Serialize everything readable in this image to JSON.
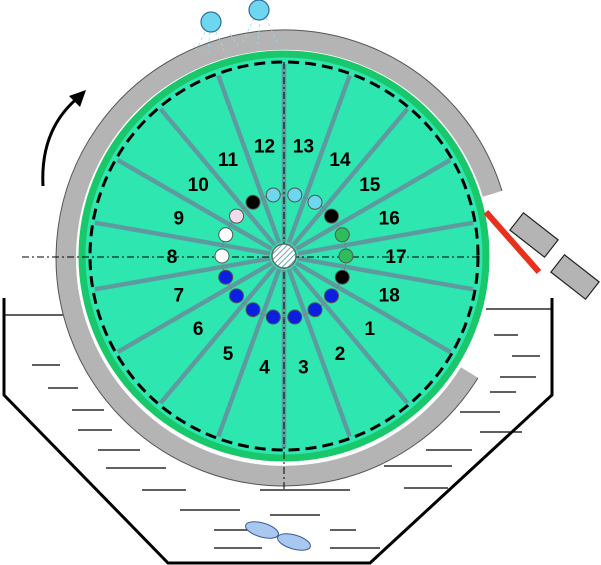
{
  "diagram": {
    "colors": {
      "drum_fill": "#2ee6b0",
      "drum_rim": "#b4b4b4",
      "filter_band": "#19c86b",
      "spoke": "#5f9aa0",
      "scraper": "#e8301c",
      "liquid_lines": "#000000",
      "droplet": "#6fd6f0",
      "agitator": "#a9c8f0"
    },
    "sector_labels": [
      "1",
      "2",
      "3",
      "4",
      "5",
      "6",
      "7",
      "8",
      "9",
      "10",
      "11",
      "12",
      "13",
      "14",
      "15",
      "16",
      "17",
      "18"
    ],
    "zone_dots": [
      {
        "sector": "1",
        "color": "#0a1fe0"
      },
      {
        "sector": "2",
        "color": "#0a1fe0"
      },
      {
        "sector": "3",
        "color": "#0a1fe0"
      },
      {
        "sector": "4",
        "color": "#0a1fe0"
      },
      {
        "sector": "5",
        "color": "#0a1fe0"
      },
      {
        "sector": "6",
        "color": "#0a1fe0"
      },
      {
        "sector": "7",
        "color": "#0a1fe0"
      },
      {
        "sector": "8",
        "color": "#ffffff"
      },
      {
        "sector": "9",
        "color": "#ffffff"
      },
      {
        "sector": "10",
        "color": "#f3d9ec"
      },
      {
        "sector": "11",
        "color": "#000000"
      },
      {
        "sector": "12",
        "color": "#6fd6f0"
      },
      {
        "sector": "13",
        "color": "#6fd6f0"
      },
      {
        "sector": "14",
        "color": "#6fd6f0"
      },
      {
        "sector": "15",
        "color": "#000000"
      },
      {
        "sector": "16",
        "color": "#2ebd5a"
      },
      {
        "sector": "17",
        "color": "#2ebd5a"
      },
      {
        "sector": "18",
        "color": "#000000"
      }
    ],
    "rotation_direction": "clockwise"
  }
}
